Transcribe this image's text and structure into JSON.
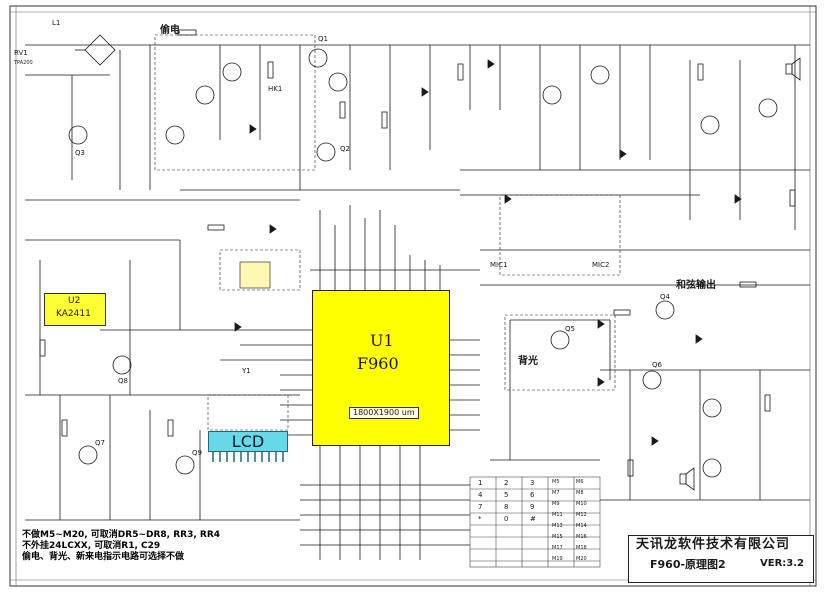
{
  "title_block": {
    "company": "天讯龙软件技术有限公司",
    "drawing_name": "F960-原理图2",
    "version": "VER:3.2"
  },
  "notes": [
    "不做M5~M20, 可取消DR5~DR8, RR3, RR4",
    "不外挂24LCXX, 可取消R1, C29",
    "偷电、背光、新来电指示电路可选择不做"
  ],
  "chip": {
    "ref": "U1",
    "name": "F960",
    "die_size": "1800X1900 um"
  },
  "regulator": {
    "ref": "U2",
    "name": "KA2411"
  },
  "lcd": {
    "label": "LCD"
  },
  "section_labels": {
    "steal_power": "偷电",
    "backlight": "背光",
    "ringer_out": "和弦输出"
  },
  "component_labels": {
    "rv1": "RV1",
    "tpa": "TPA200",
    "l1": "L1",
    "q1": "Q1",
    "q2": "Q2",
    "q3": "Q3",
    "q4": "Q4",
    "q5": "Q5",
    "q6": "Q6",
    "q7": "Q7",
    "q8": "Q8",
    "q9": "Q9",
    "hk1": "HK1",
    "mic1": "MIC1",
    "mic2": "MIC2",
    "y1": "Y1"
  },
  "keypad": {
    "keys": [
      "1",
      "2",
      "3",
      "4",
      "5",
      "6",
      "7",
      "8",
      "9",
      "*",
      "0",
      "#"
    ],
    "function_keys": [
      "M5",
      "M6",
      "M7",
      "M8",
      "M9",
      "M10",
      "M11",
      "M12",
      "M13",
      "M14",
      "M15",
      "M16",
      "M17",
      "M18",
      "M19",
      "M20"
    ]
  },
  "colors": {
    "chip_fill": "#ffff00",
    "lcd_fill": "#66d9e8",
    "wire": "#1a1a1a",
    "net_tag": "#ffe066"
  }
}
